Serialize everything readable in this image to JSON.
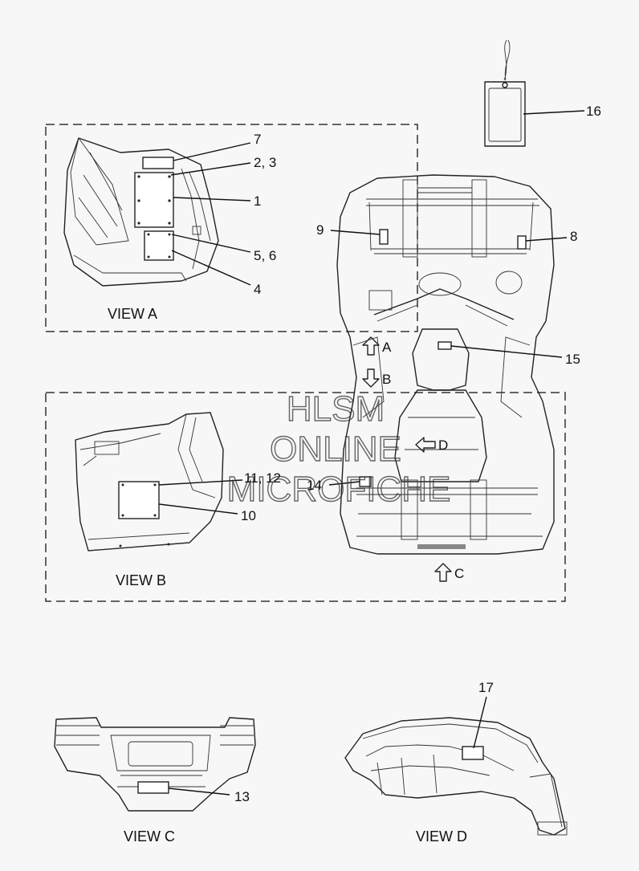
{
  "views": {
    "a": "VIEW A",
    "b": "VIEW B",
    "c": "VIEW C",
    "d": "VIEW D"
  },
  "callouts": {
    "c1": "1",
    "c2_3": "2, 3",
    "c4": "4",
    "c5_6": "5, 6",
    "c7": "7",
    "c8": "8",
    "c9": "9",
    "c10": "10",
    "c11_12": "11, 12",
    "c13": "13",
    "c14": "14",
    "c15": "15",
    "c16": "16",
    "c17": "17"
  },
  "arrows": {
    "a": "A",
    "b": "B",
    "c": "C",
    "d": "D"
  },
  "watermark": {
    "line1": "HLSM",
    "line2": "ONLINE",
    "line3": "MICROFICHE"
  }
}
